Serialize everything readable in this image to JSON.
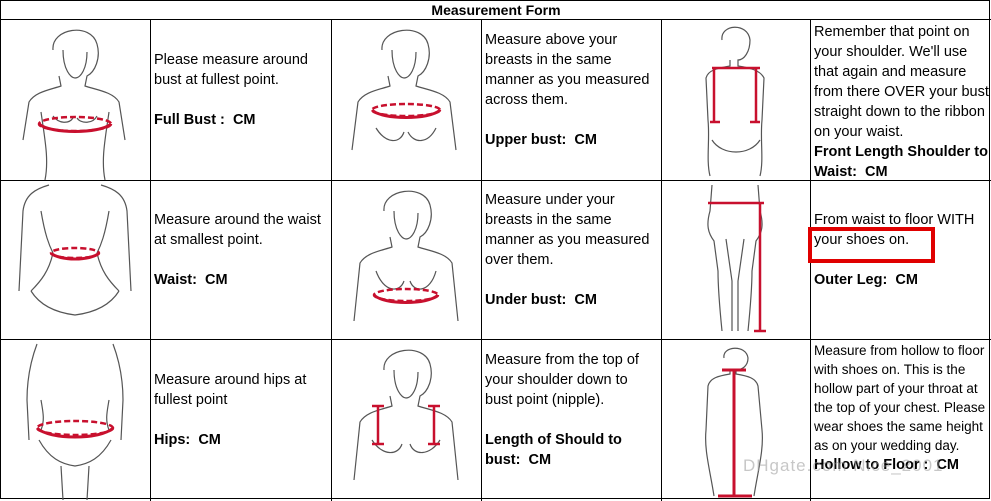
{
  "title": "Measurement Form",
  "rows": [
    [
      {
        "figure": "bust-figure-icon",
        "desc": "Please measure around bust at fullest point.",
        "label": "Full Bust :",
        "unit": "CM"
      },
      {
        "figure": "upper-bust-figure-icon",
        "desc": "Measure above your breasts in the same manner as you measured across them.",
        "label": "Upper bust:",
        "unit": "CM"
      },
      {
        "figure": "front-length-figure-icon",
        "desc": "Remember that point on your shoulder. We'll use that again and measure from there OVER your bust straight down to the ribbon on your waist.",
        "label": "Front Length Shoulder to Waist:",
        "unit": "CM"
      }
    ],
    [
      {
        "figure": "waist-figure-icon",
        "desc": "Measure around the waist at smallest point.",
        "label": "Waist:",
        "unit": "CM"
      },
      {
        "figure": "under-bust-figure-icon",
        "desc": "Measure under your breasts in the same manner as you measured over them.",
        "label": "Under bust:",
        "unit": "CM"
      },
      {
        "figure": "outer-leg-figure-icon",
        "desc": "From waist to floor WITH your shoes on.",
        "label": "Outer Leg:",
        "unit": "CM"
      }
    ],
    [
      {
        "figure": "hips-figure-icon",
        "desc": "Measure around hips at fullest point",
        "label": "Hips:",
        "unit": "CM"
      },
      {
        "figure": "shoulder-to-bust-figure-icon",
        "desc": "Measure from the top of your shoulder down to bust point (nipple).",
        "label": "Length of Should to bust:",
        "unit": "CM"
      },
      {
        "figure": "hollow-to-floor-figure-icon",
        "desc": "Measure from hollow to floor with shoes on. This is the hollow part of your throat at the top of your chest. Please wear shoes the same height as on your wedding day.",
        "label": "Hollow to Floor :",
        "unit": "CM"
      }
    ]
  ],
  "watermark": "DHgate.com  Nice_2001",
  "colors": {
    "measure_line": "#c8102e",
    "highlight": "#e00000",
    "sketch": "#555555"
  }
}
